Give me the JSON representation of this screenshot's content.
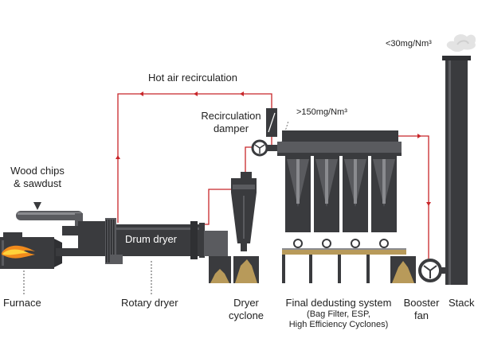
{
  "labels": {
    "hot_air": "Hot air recirculation",
    "damper_line1": "Recirculation",
    "damper_line2": "damper",
    "emission_inlet": ">150mg/Nm³",
    "emission_stack": "<30mg/Nm³",
    "wood_line1": "Wood chips",
    "wood_line2": "& sawdust",
    "drum_dryer": "Drum dryer",
    "furnace": "Furnace",
    "rotary_dryer": "Rotary dryer",
    "cyclone_line1": "Dryer",
    "cyclone_line2": "cyclone",
    "dedusting_line1": "Final dedusting system",
    "dedusting_line2": "(Bag Filter, ESP,",
    "dedusting_line3": "High Efficiency Cyclones)",
    "fan_line1": "Booster",
    "fan_line2": "fan",
    "stack": "Stack"
  },
  "colors": {
    "machine_dark": "#3a3b3e",
    "machine_mid": "#5a5b5f",
    "machine_light": "#8a8b8f",
    "duct_red": "#c8262a",
    "flame_orange": "#f08a1c",
    "flame_yellow": "#ffd23a",
    "sawdust": "#b89a5a",
    "text": "#222222"
  }
}
